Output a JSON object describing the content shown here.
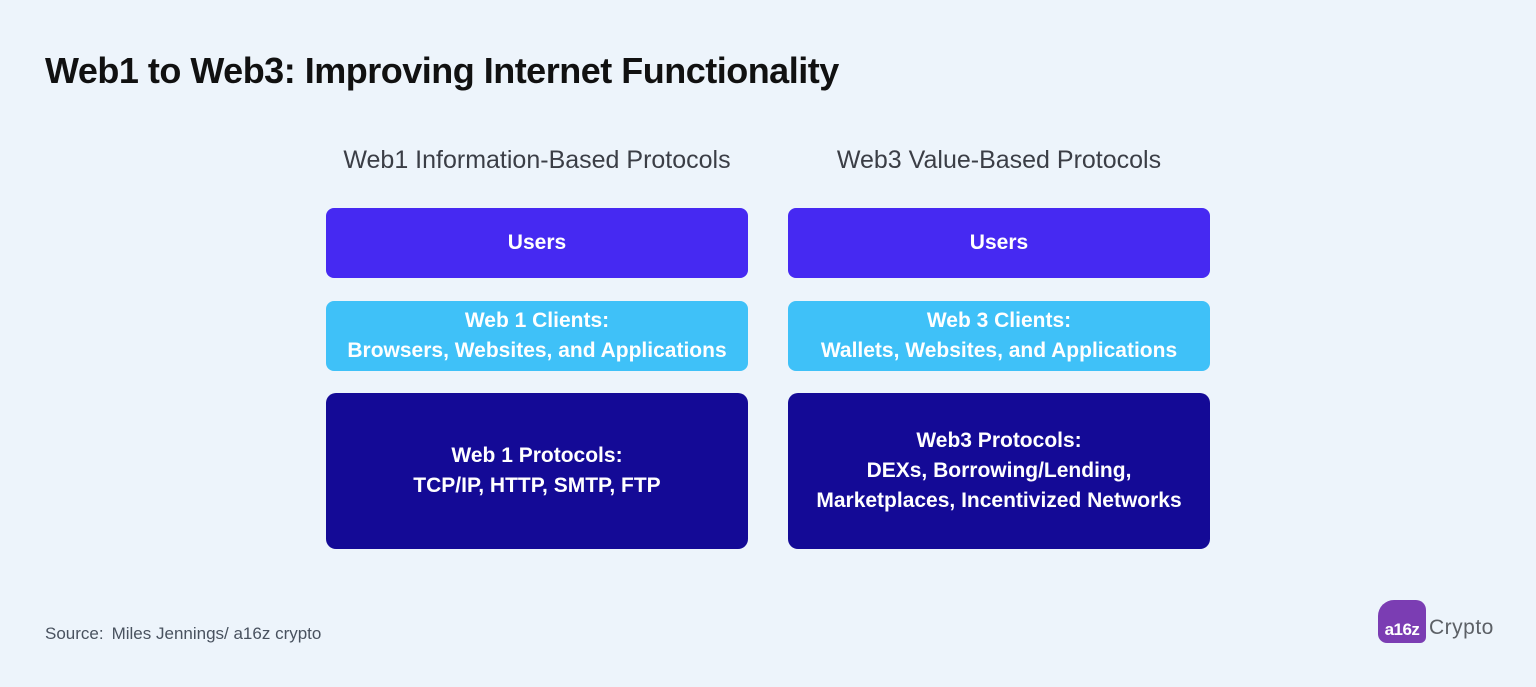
{
  "header": {
    "title": "Web1 to Web3: Improving Internet Functionality"
  },
  "columns": [
    {
      "heading": "Web1 Information-Based Protocols",
      "boxes": [
        {
          "name": "users",
          "color": "#4629F2",
          "lines": [
            "Users"
          ]
        },
        {
          "name": "clients",
          "color": "#3FC1F8",
          "lines": [
            "Web 1 Clients:",
            "Browsers, Websites, and Applications"
          ]
        },
        {
          "name": "protocols",
          "color": "#140A96",
          "lines": [
            "Web 1 Protocols:",
            "TCP/IP, HTTP, SMTP, FTP"
          ]
        }
      ]
    },
    {
      "heading": "Web3 Value-Based Protocols",
      "boxes": [
        {
          "name": "users",
          "color": "#4629F2",
          "lines": [
            "Users"
          ]
        },
        {
          "name": "clients",
          "color": "#3FC1F8",
          "lines": [
            "Web 3 Clients:",
            "Wallets, Websites, and Applications"
          ]
        },
        {
          "name": "protocols",
          "color": "#140A96",
          "lines": [
            "Web3 Protocols:",
            "DEXs, Borrowing/Lending,",
            "Marketplaces, Incentivized Networks"
          ]
        }
      ]
    }
  ],
  "footer": {
    "source_label": "Source:",
    "source_text": "Miles Jennings/ a16z crypto"
  },
  "logo": {
    "mark_text": "a16z",
    "wordmark": "Crypto"
  },
  "colors": {
    "background": "#EDF4FB",
    "title_text": "#111111",
    "heading_text": "#3B3E46",
    "box_users": "#4629F2",
    "box_clients": "#3FC1F8",
    "box_protocols": "#140A96",
    "box_text": "#FFFFFF",
    "source_text": "#49525F",
    "logo_purple": "#7B3DB3",
    "logo_wordmark": "#5C6066"
  }
}
